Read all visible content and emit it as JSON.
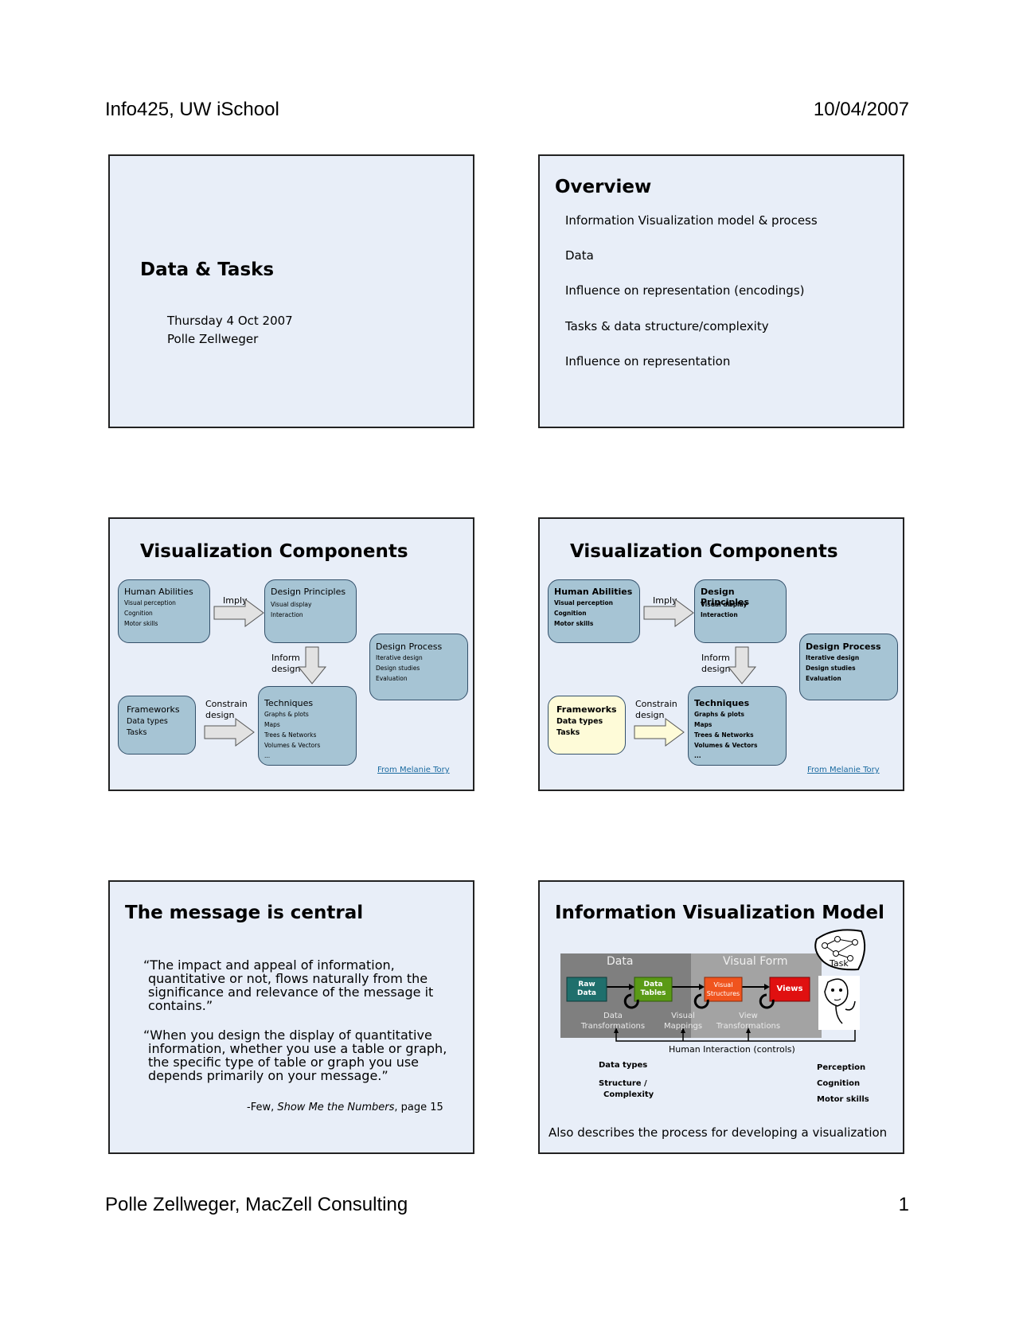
{
  "header": {
    "left": "Info425, UW iSchool",
    "right": "10/04/2007"
  },
  "footer": {
    "left": "Polle Zellweger, MacZell Consulting",
    "right": "1"
  },
  "slide1": {
    "title": "Data & Tasks",
    "date": "Thursday 4 Oct 2007",
    "author": "Polle Zellweger"
  },
  "slide2": {
    "title": "Overview",
    "items": [
      "Information Visualization model & process",
      "Data",
      "Influence on representation (encodings)",
      "Tasks & data structure/complexity",
      "Influence on representation"
    ]
  },
  "components": {
    "title": "Visualization Components",
    "human": {
      "title": "Human Abilities",
      "items": [
        "Visual perception",
        "Cognition",
        "Motor skills"
      ]
    },
    "principles": {
      "title": "Design Principles",
      "items": [
        "Visual display",
        "Interaction"
      ]
    },
    "process": {
      "title": "Design Process",
      "items": [
        "Iterative design",
        "Design studies",
        "Evaluation"
      ]
    },
    "frameworks": {
      "title": "Frameworks",
      "items": [
        "Data types",
        "Tasks"
      ]
    },
    "techniques": {
      "title": "Techniques",
      "items": [
        "Graphs & plots",
        "Maps",
        "Trees & Networks",
        "Volumes & Vectors",
        "..."
      ]
    },
    "imply": "Imply",
    "inform": [
      "Inform",
      "design"
    ],
    "constrain": [
      "Constrain",
      "design"
    ],
    "credit": "From Melanie Tory"
  },
  "slide5": {
    "title": "The message is central",
    "quote1": [
      "“The impact and appeal of information,",
      "quantitative or not, flows naturally from the",
      "significance and relevance of the message it",
      "contains.”"
    ],
    "quote2": [
      "“When you design the display of quantitative",
      "information, whether you use a table or graph,",
      "the specific type of table or graph you use",
      "depends primarily on your message.”"
    ],
    "cite_prefix": "-Few, ",
    "cite_title": "Show Me the Numbers",
    "cite_suffix": ", page 15"
  },
  "slide6": {
    "title": "Information Visualization Model",
    "data_band": "Data",
    "vf_band": "Visual Form",
    "raw": [
      "Raw",
      "Data"
    ],
    "tables": [
      "Data",
      "Tables"
    ],
    "structures": [
      "Visual",
      "Structures"
    ],
    "views": "Views",
    "t1": [
      "Data",
      "Transformations"
    ],
    "t2": [
      "Visual",
      "Mappings"
    ],
    "t3": [
      "View",
      "Transformations"
    ],
    "task": "Task",
    "interaction": "Human Interaction (controls)",
    "left_labels": [
      "Data types",
      "Structure /",
      "Complexity"
    ],
    "right_labels": [
      "Perception",
      "Cognition",
      "Motor skills"
    ],
    "caption": "Also describes the process for developing a visualization",
    "colors": {
      "raw": "#1f6f6c",
      "tables": "#5a9a16",
      "structures": "#f0541e",
      "views": "#e01010",
      "band_dark": "#7f7f7f",
      "band_light": "#a3a3a3"
    }
  }
}
